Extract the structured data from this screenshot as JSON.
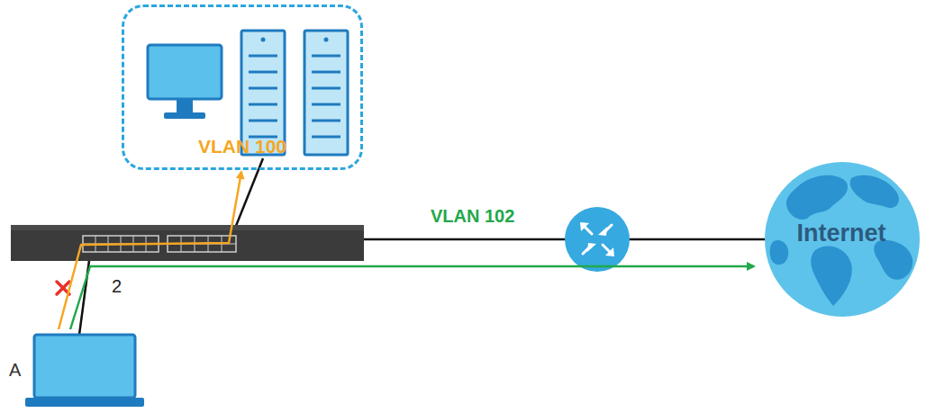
{
  "diagram": {
    "nodes": [
      {
        "text": [
          "VLAN 100"
        ]
      },
      {
        "text": [
          "Internet"
        ]
      },
      {
        "text": [
          "A"
        ]
      }
    ],
    "edges": [
      {
        "from": 2,
        "to": 0,
        "arrow": "to"
      },
      {
        "from": 2,
        "to": 1,
        "arrow": "to"
      }
    ],
    "labels": [
      "VLAN 102",
      "2"
    ]
  }
}
